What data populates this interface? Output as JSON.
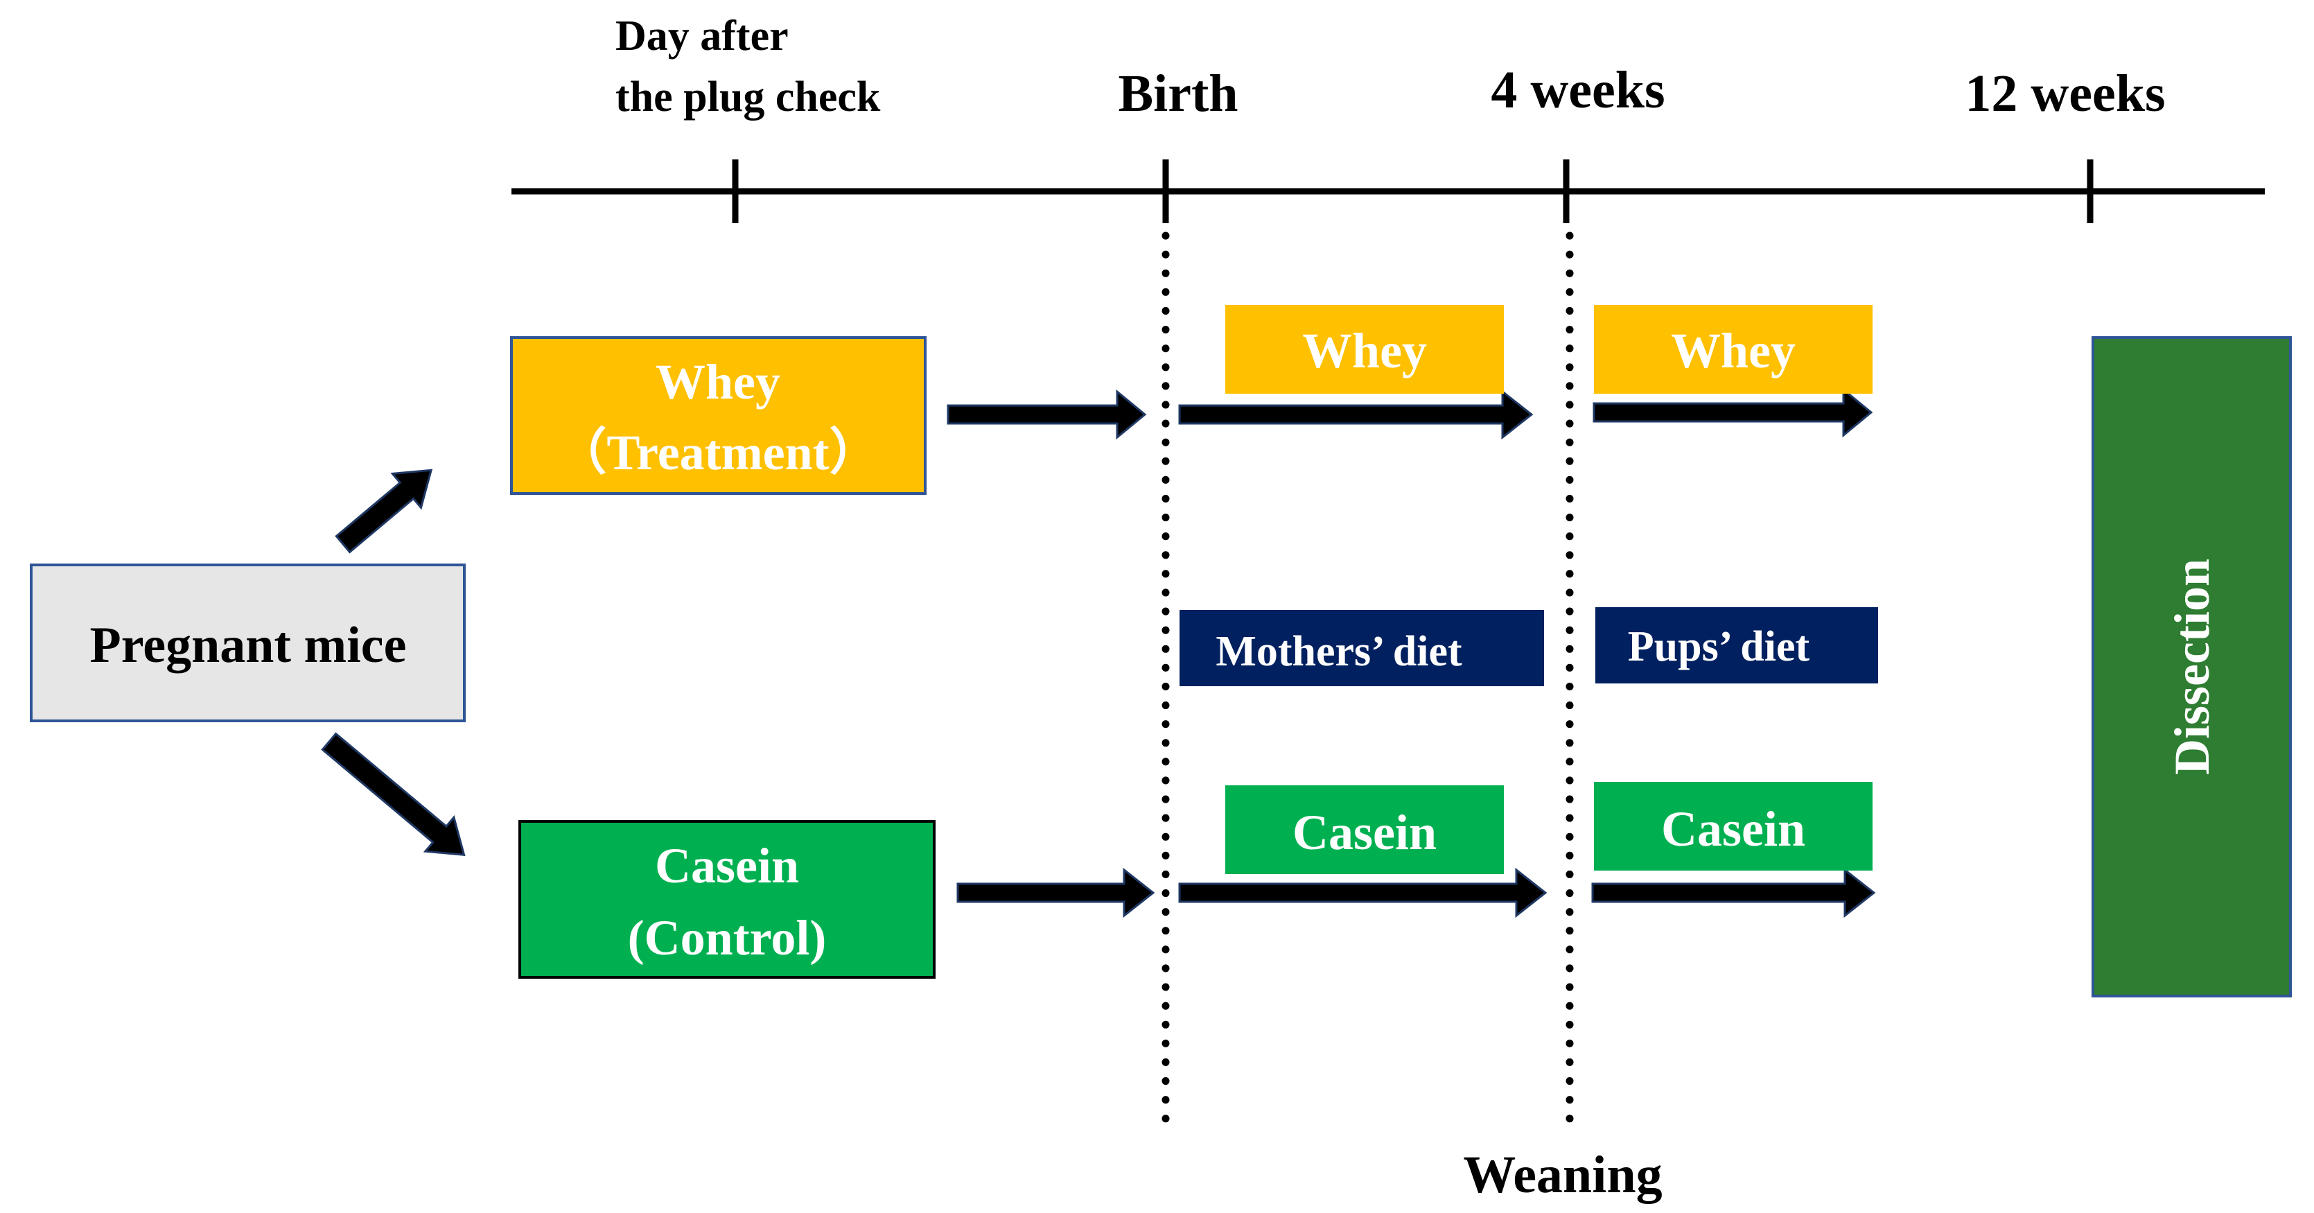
{
  "colors": {
    "whey": "#FFC000",
    "casein": "#00B050",
    "dissection": "#2E7D32",
    "diet_label": "#002060",
    "box_border": "#2F5597",
    "pregnant_fill": "#E6E6E6",
    "line": "#000000",
    "arrow_fill": "#000000",
    "arrow_edge": "#1F3864"
  },
  "timeline": {
    "plug_check_line1": "Day after",
    "plug_check_line2": "the plug check",
    "birth": "Birth",
    "four_weeks": "4 weeks",
    "twelve_weeks": "12 weeks",
    "weaning": "Weaning"
  },
  "start": {
    "label": "Pregnant mice"
  },
  "treatment": {
    "line1": "Whey",
    "line2": "（Treatment）"
  },
  "control": {
    "line1": "Casein",
    "line2": "(Control)"
  },
  "phases": {
    "whey_mothers": "Whey",
    "whey_pups": "Whey",
    "casein_mothers": "Casein",
    "casein_pups": "Casein",
    "mothers_diet": "Mothers’ diet",
    "pups_diet": "Pups’ diet"
  },
  "end": {
    "label": "Dissection"
  },
  "icons": {
    "arrow": "thick-block-arrow",
    "dotted_line": "dotted-vertical-divider"
  }
}
